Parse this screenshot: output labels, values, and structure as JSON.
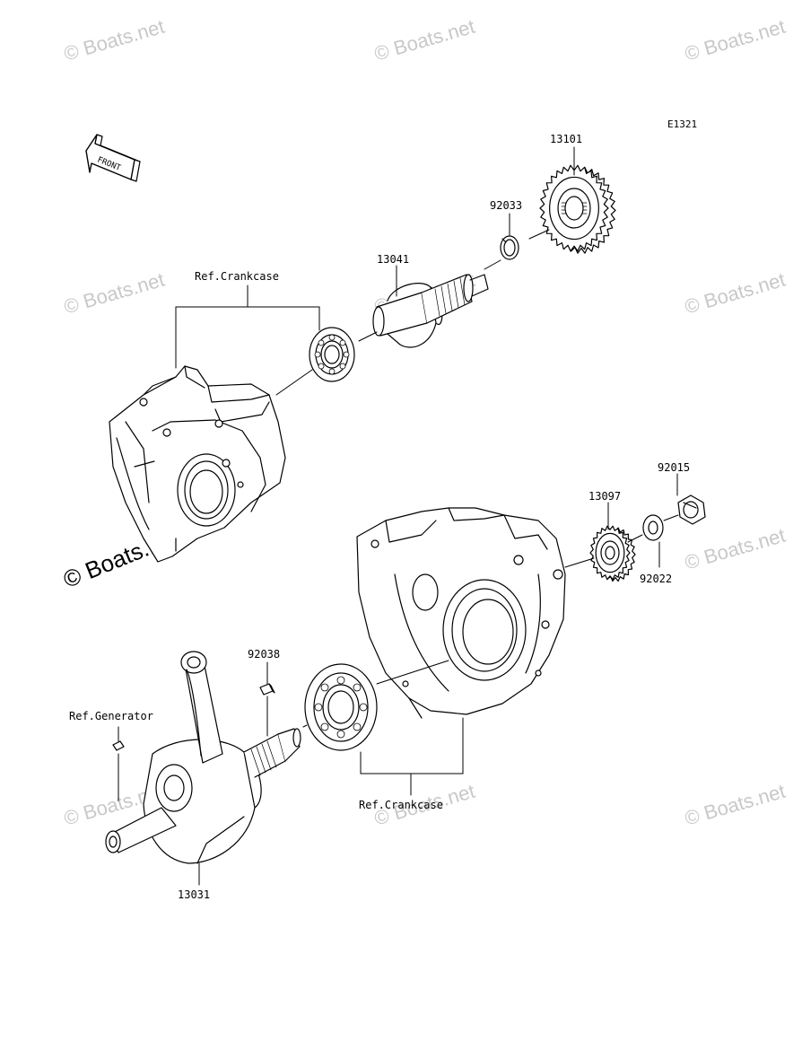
{
  "diagram": {
    "code": "E1321",
    "front_label": "FRONT",
    "parts": {
      "p13101": "13101",
      "p92033": "92033",
      "p13041": "13041",
      "p92015": "92015",
      "p13097": "13097",
      "p92022": "92022",
      "p92038": "92038",
      "p13031": "13031"
    },
    "refs": {
      "crankcase_top": "Ref.Crankcase",
      "crankcase_bottom": "Ref.Crankcase",
      "generator": "Ref.Generator"
    }
  },
  "watermark": {
    "text": "© Boats.net",
    "text_small": "©Boats.net",
    "text_big": "© Boats.net"
  }
}
